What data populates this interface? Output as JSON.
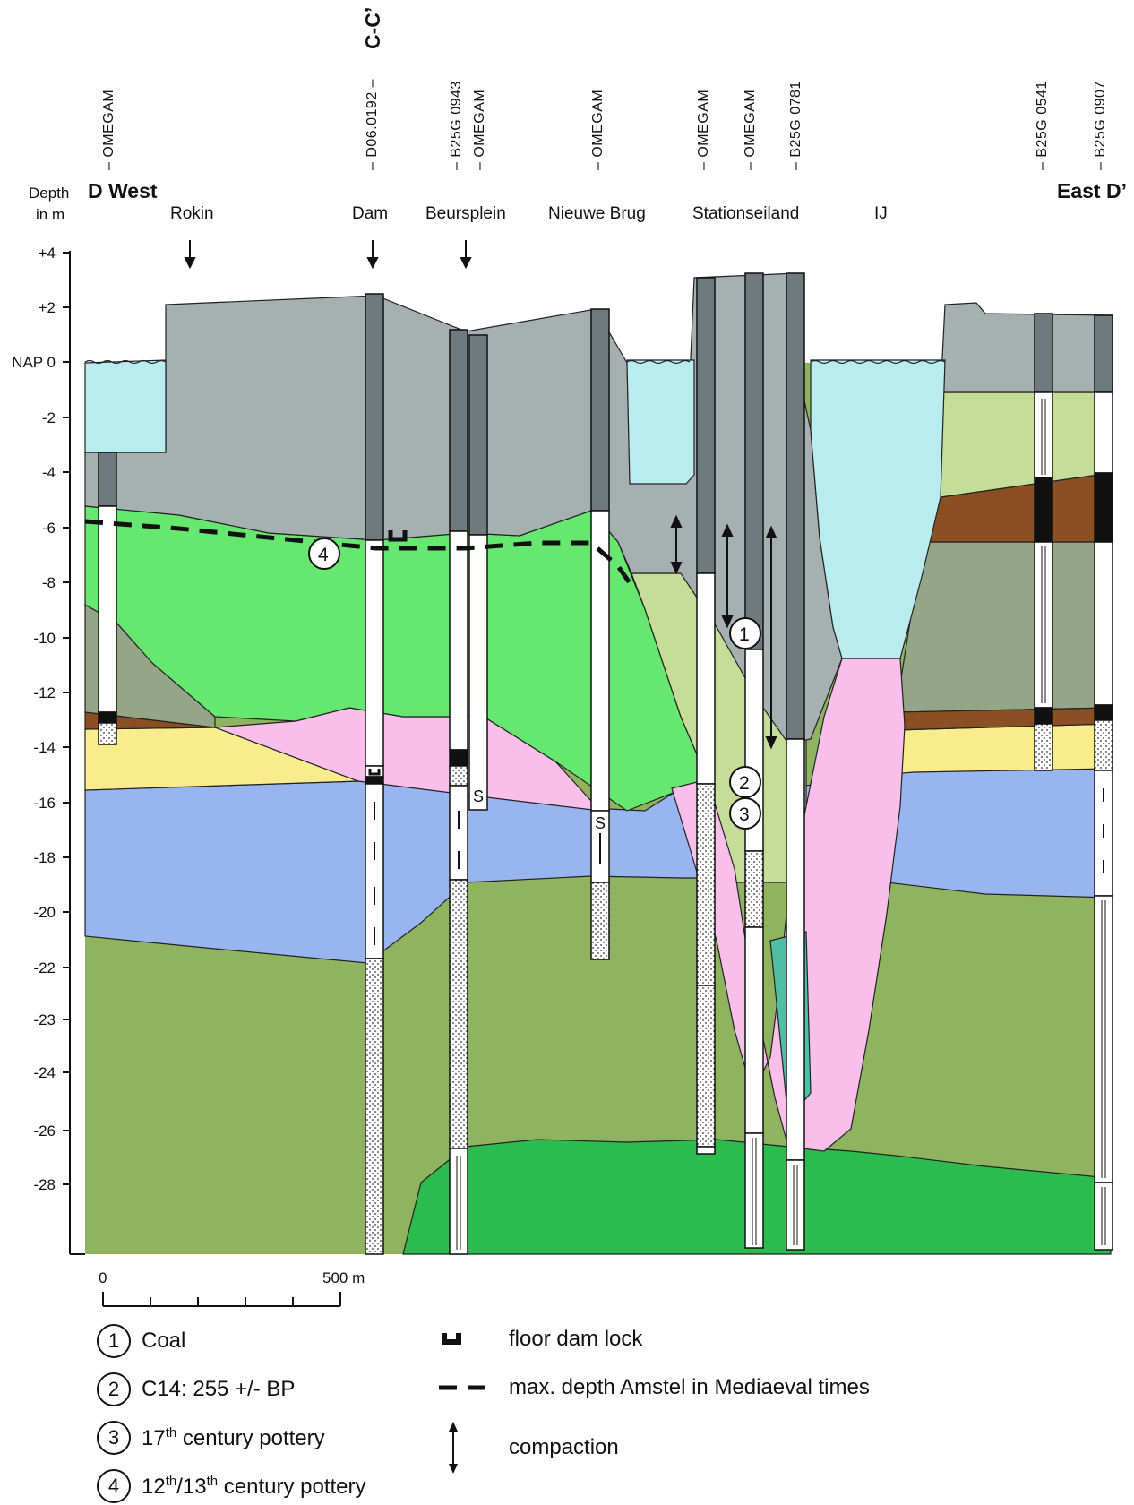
{
  "axis": {
    "depth_label_line1": "Depth",
    "depth_label_line2": "in m",
    "ticks": [
      "+4",
      "+2",
      "NAP 0",
      "-2",
      "-4",
      "-6",
      "-8",
      "-10",
      "-12",
      "-14",
      "-16",
      "-18",
      "-20",
      "-22",
      "-23",
      "-24",
      "-26",
      "-28"
    ]
  },
  "section": {
    "west_label": "D West",
    "east_label": "East D’",
    "cross_label": "C-C’"
  },
  "locations": [
    "Rokin",
    "Dam",
    "Beursplein",
    "Nieuwe Brug",
    "Stationseiland",
    "IJ"
  ],
  "boreholes": [
    "– OMEGAM",
    "– D06.0192 –",
    "– B25G 0943",
    "– OMEGAM",
    "– OMEGAM",
    "– OMEGAM",
    "– OMEGAM",
    "– B25G 0781",
    "– B25G 0541",
    "– B25G 0907"
  ],
  "column_marks": {
    "s1": "S",
    "s2": "S"
  },
  "markers": {
    "m1": "1",
    "m2": "2",
    "m3": "3",
    "m4": "4"
  },
  "scale": {
    "start": "0",
    "end": "500 m"
  },
  "legend": {
    "coal_num": "1",
    "coal": "Coal",
    "c14_num": "2",
    "c14": "C14: 255 +/- BP",
    "pottery17_num": "3",
    "pottery17_a": "17",
    "pottery17_sup": "th",
    "pottery17_b": " century pottery",
    "pottery12_num": "4",
    "pottery12_a": "12",
    "pottery12_sup1": "th",
    "pottery12_mid": "/13",
    "pottery12_sup2": "th",
    "pottery12_b": " century pottery",
    "floor_dam_lock": "floor dam lock",
    "max_depth": "max. depth Amstel in Mediaeval times",
    "compaction": "compaction"
  },
  "colors": {
    "fill": "#a7b0b0",
    "water": "#b8ecee",
    "bright_green": "#66e870",
    "light_green": "#c6dd99",
    "olive": "#90b35f",
    "grey_green": "#95a688",
    "brown": "#8a4f22",
    "yellow": "#f8ec8d",
    "blue": "#99b5f0",
    "pink": "#f7bfe9",
    "dark_green": "#2bbb4f",
    "teal": "#4fbfa4"
  }
}
